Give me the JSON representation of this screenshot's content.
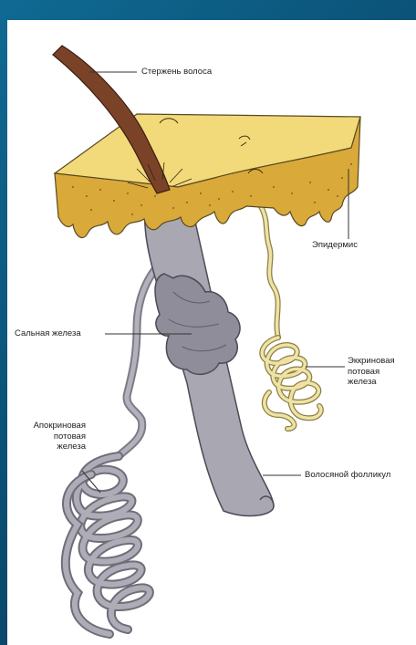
{
  "labels": {
    "hair_shaft": "Стержень волоса",
    "epidermis": "Эпидермис",
    "sebaceous_gland": "Сальная железа",
    "eccrine_line1": "Эккриновая",
    "eccrine_line2": "потовая",
    "eccrine_line3": "железа",
    "apocrine_line1": "Апокриновая",
    "apocrine_line2": "потовая",
    "apocrine_line3": "железа",
    "hair_follicle": "Волосяной фолликул"
  },
  "colors": {
    "frame": "#0b4f73",
    "skin": "#e8c24a",
    "hair": "#6b3a26",
    "gland_gray": "#9c9aa6",
    "eccrine": "#e6db9a"
  }
}
